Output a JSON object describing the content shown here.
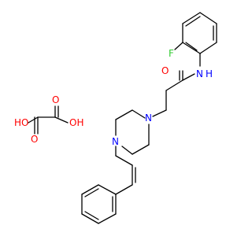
{
  "molecule": {
    "atom_labels": {
      "fluorine": "F",
      "amide_nh": "N",
      "amide_h": "H",
      "amide_oxygen": "O",
      "piperazine_n_top": "N",
      "piperazine_n_bottom": "N",
      "oxalic_ho_left": "HO",
      "oxalic_oh_right": "OH",
      "oxalic_o_top": "O",
      "oxalic_o_bottom": "O"
    },
    "colors": {
      "bond": "#000000",
      "nitrogen": "#0000ff",
      "oxygen": "#ff0000",
      "fluorine": "#33cc33",
      "background": "#ffffff"
    }
  }
}
